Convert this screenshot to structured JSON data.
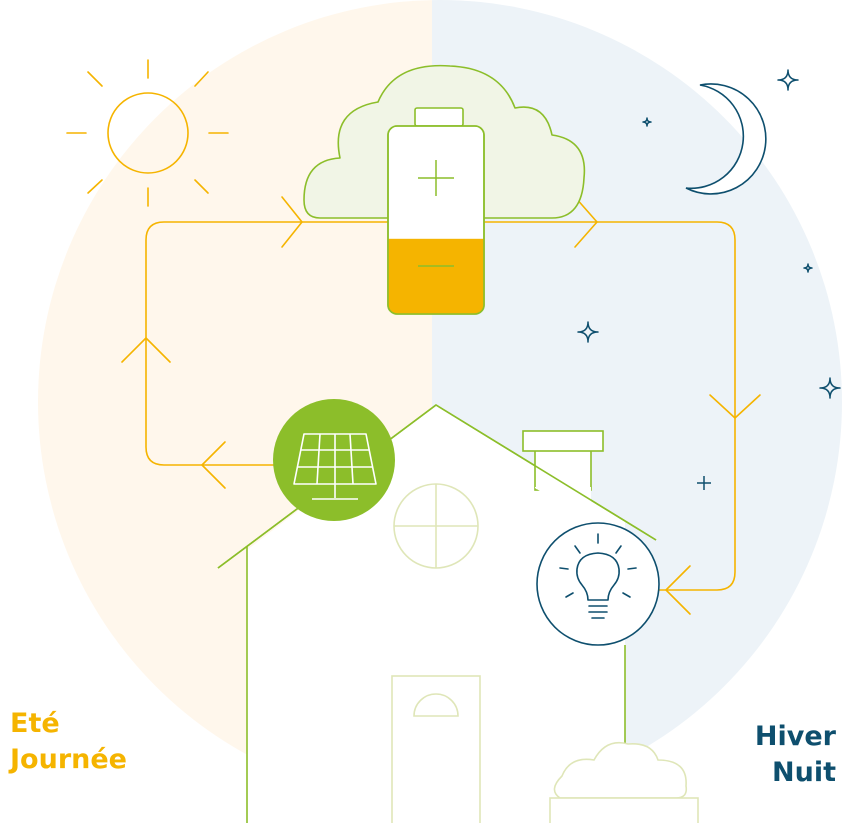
{
  "labels": {
    "left_line1": "Eté",
    "left_line2": "Journée",
    "right_line1": "Hiver",
    "right_line2": "Nuit"
  },
  "colors": {
    "day_background": "#fff7ec",
    "night_background": "#edf3f8",
    "yellow": "#f5b400",
    "green": "#8cbe2a",
    "pale_green": "#dfe6b8",
    "navy": "#0e4f6e"
  },
  "battery": {
    "charge_level": 0.4
  }
}
